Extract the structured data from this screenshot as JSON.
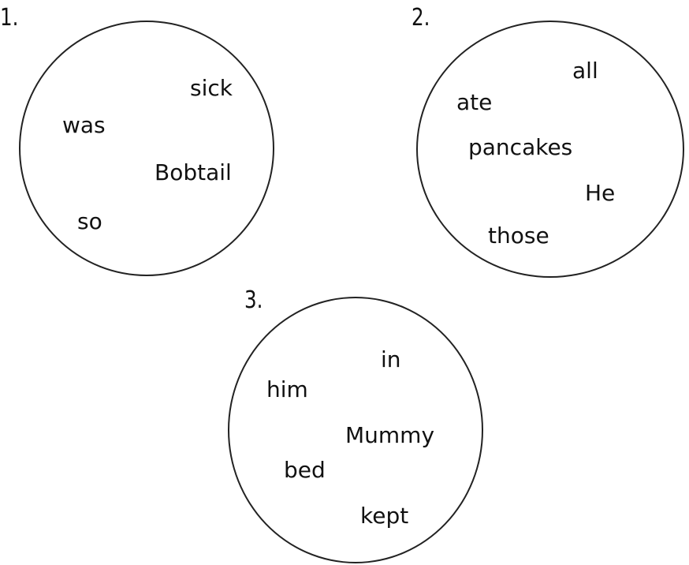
{
  "circles": [
    {
      "number": "1.",
      "words": [
        "sick",
        "was",
        "Bobtail",
        "so"
      ]
    },
    {
      "number": "2.",
      "words": [
        "all",
        "ate",
        "pancakes",
        "He",
        "those"
      ]
    },
    {
      "number": "3.",
      "words": [
        "in",
        "him",
        "Mummy",
        "bed",
        "kept"
      ]
    }
  ]
}
